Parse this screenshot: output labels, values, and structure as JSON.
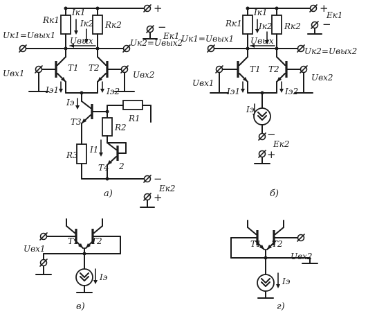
{
  "labels": {
    "rk1": "Rк1",
    "rk2": "Rк2",
    "ik1": "Iк1",
    "ik2": "Iк2",
    "ek1": "Eк1",
    "ek2": "Eк2",
    "uk1": "Uк1=Uвых1",
    "uk2": "Uк2=Uвых2",
    "uvyh": "Uвых",
    "uvh1": "Uвх1",
    "uvh2": "Uвх2",
    "t1": "T1",
    "t2": "T2",
    "t3": "T3",
    "t4": "T4",
    "ie1": "Iэ1",
    "ie2": "Iэ2",
    "ie": "Iэ",
    "r1": "R1",
    "r2": "R2",
    "r3": "R3",
    "i1": "I1",
    "node2": "2",
    "plus": "+",
    "minus": "−"
  },
  "captions": {
    "a": "а)",
    "b": "б)",
    "v": "в)",
    "g": "г)"
  }
}
